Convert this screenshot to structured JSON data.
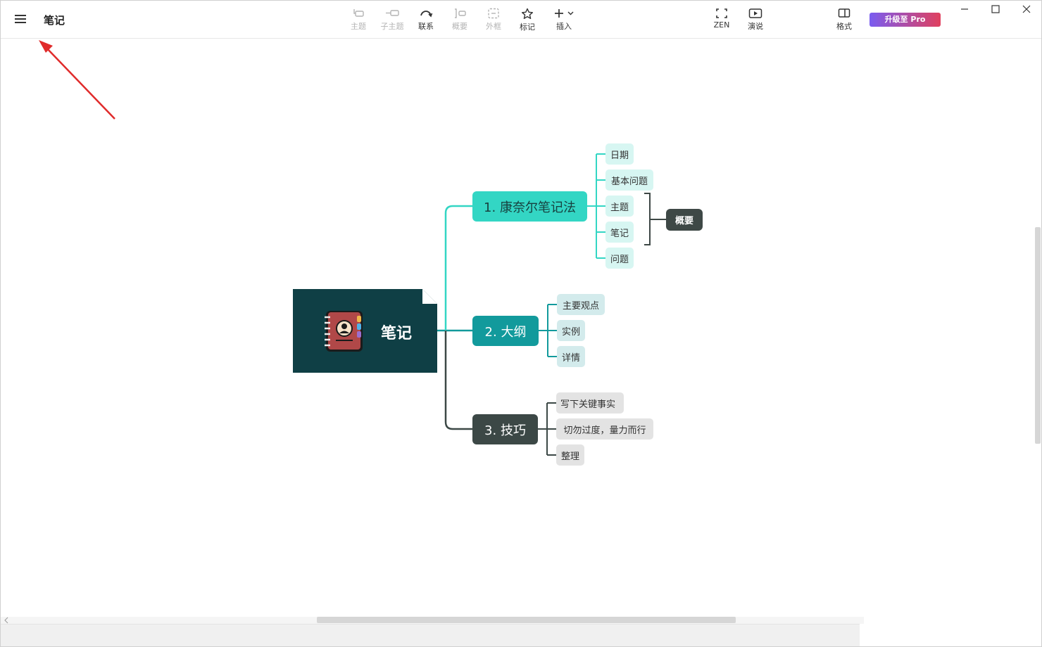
{
  "app": {
    "document_title": "笔记"
  },
  "toolbar": {
    "tools": [
      {
        "id": "topic",
        "label": "主题",
        "enabled": false,
        "icon": "topic-icon"
      },
      {
        "id": "subtopic",
        "label": "子主题",
        "enabled": false,
        "icon": "subtopic-icon"
      },
      {
        "id": "relationship",
        "label": "联系",
        "enabled": true,
        "icon": "relationship-curve-icon"
      },
      {
        "id": "summary",
        "label": "概要",
        "enabled": false,
        "icon": "summary-bracket-icon"
      },
      {
        "id": "boundary",
        "label": "外框",
        "enabled": false,
        "icon": "boundary-icon"
      },
      {
        "id": "marker",
        "label": "标记",
        "enabled": true,
        "icon": "star-icon"
      },
      {
        "id": "insert",
        "label": "插入",
        "enabled": true,
        "icon": "plus-icon"
      }
    ],
    "zen_label": "ZEN",
    "present_label": "演说",
    "format_label": "格式",
    "upgrade_label": "升级至 Pro"
  },
  "mindmap": {
    "root": {
      "label": "笔记",
      "icon": "notebook-icon"
    },
    "branches": [
      {
        "label": "1. 康奈尔笔记法",
        "color": "#33d6c4",
        "children": [
          "日期",
          "基本问题",
          "主题",
          "笔记",
          "问题"
        ]
      },
      {
        "label": "2. 大纲",
        "color": "#129a9c",
        "children": [
          "主要观点",
          "实例",
          "详情"
        ]
      },
      {
        "label": "3. 技巧",
        "color": "#3c4846",
        "children": [
          "写下关键事实",
          "切勿过度，量力而行",
          "整理"
        ]
      }
    ],
    "summary": {
      "label": "概要"
    }
  },
  "colors": {
    "root_bg": "#0f3f45",
    "branch1": "#33d6c4",
    "branch2": "#129a9c",
    "branch3": "#3c4846",
    "annotation_arrow": "#e02b2b",
    "upgrade_gradient_start": "#7a5cf0",
    "upgrade_gradient_end": "#e0405e"
  }
}
